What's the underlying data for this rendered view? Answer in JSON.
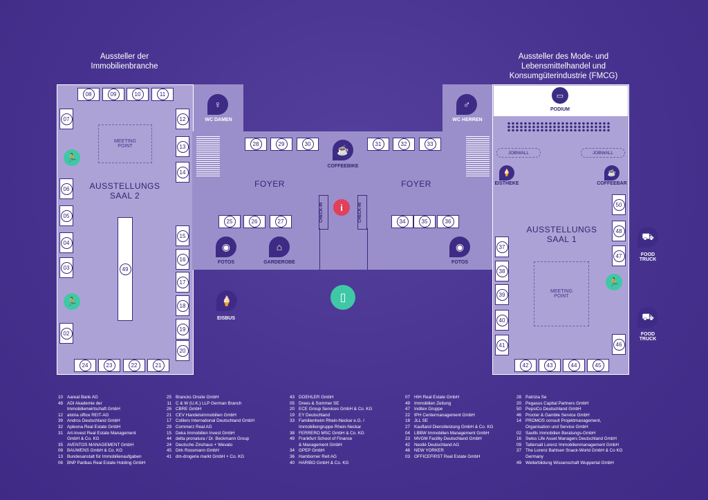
{
  "headings": {
    "left": "Aussteller der\nImmobilienbranche",
    "right": "Aussteller des Mode- und\nLebensmittelhandel und\nKonsumgüterindustrie (FMCG)"
  },
  "halls": {
    "saal2": "AUSSTELLUNGS\nSAAL 2",
    "saal1": "AUSSTELLUNGS\nSAAL 1",
    "foyer_left": "FOYER",
    "foyer_right": "FOYER"
  },
  "facilities": {
    "wc_damen": "WC DAMEN",
    "wc_herren": "WC HERREN",
    "coffeebike": "COFFEEBIKE",
    "podium": "PODIUM",
    "eistheke": "EISTHEKE",
    "coffeebar": "COFFEEBAR",
    "fotos_left": "FOTOS",
    "garderobe": "GARDEROBE",
    "fotos_right": "FOTOS",
    "eisbus": "EISBUS",
    "food_truck_1": "FOOD\nTRUCK",
    "food_truck_2": "FOOD\nTRUCK",
    "meeting_left": "MEETING\nPOINT",
    "meeting_right": "MEETING\nPOINT",
    "jobwall_left": "JOBWALL",
    "jobwall_right": "JOBWALL",
    "checkin_left": "CHECK-IN",
    "checkin_right": "CHECK-IN"
  },
  "icons": {
    "wc_damen": "woman-wc-icon",
    "wc_herren": "man-wc-icon",
    "coffee": "coffee-cup-icon",
    "info": "info-icon",
    "camera": "camera-icon",
    "hanger": "hanger-icon",
    "ice_cream": "ice-cream-icon",
    "exit": "exit-door-icon",
    "emergency": "emergency-exit-icon",
    "truck": "food-truck-icon",
    "podium": "podium-icon"
  },
  "colors": {
    "background": "#4a3596",
    "hall": "#ada2d6",
    "accent_green": "#3fc8a6",
    "info_red": "#e0405a"
  },
  "booths": {
    "top_left": [
      "08",
      "09",
      "10",
      "11"
    ],
    "left_column": [
      "07",
      "06",
      "05",
      "04",
      "03",
      "02"
    ],
    "right_inner_column": [
      "12",
      "13",
      "14",
      "15",
      "16",
      "17",
      "18",
      "19",
      "20"
    ],
    "bottom_left": [
      "24",
      "23",
      "22",
      "21"
    ],
    "center_block": "49",
    "foyer_top_left": [
      "28",
      "29",
      "30"
    ],
    "foyer_top_right": [
      "31",
      "32",
      "33"
    ],
    "foyer_bottom_left": [
      "25",
      "26",
      "27"
    ],
    "foyer_bottom_right": [
      "34",
      "35",
      "36"
    ],
    "saal1_left_column": [
      "37",
      "38",
      "39",
      "40",
      "41"
    ],
    "saal1_bottom": [
      "42",
      "43",
      "44",
      "45"
    ],
    "saal1_right_column": [
      "50",
      "48",
      "47",
      "46"
    ]
  },
  "legend": {
    "col1": [
      {
        "n": "10",
        "t": "Aareal Bank AG"
      },
      {
        "n": "49",
        "t": "ADI Akademie der\nImmobilienwirtschaft GmbH"
      },
      {
        "n": "12",
        "t": "alstria office REIT-AG"
      },
      {
        "n": "39",
        "t": "Andros Deutschland GmbH"
      },
      {
        "n": "32",
        "t": "Apleona Real Estate GmbH"
      },
      {
        "n": "31",
        "t": "Art-Invest Real Estate Management\nGmbH & Co. KG"
      },
      {
        "n": "35",
        "t": "AVENTOS MANAGEMENT GmbH"
      },
      {
        "n": "08",
        "t": "BAUWENS GmbH & Co. KG"
      },
      {
        "n": "13",
        "t": "Bundesanstalt für Immobilienaufgaben"
      },
      {
        "n": "06",
        "t": "BNP Paribas Real Estate Holding GmbH"
      }
    ],
    "col2": [
      {
        "n": "25",
        "t": "Brancks Onsite GmbH"
      },
      {
        "n": "11",
        "t": "C & W (U.K.) LLP German Branch"
      },
      {
        "n": "26",
        "t": "CBRE GmbH"
      },
      {
        "n": "21",
        "t": "CEV Handelsimmobilien GmbH"
      },
      {
        "n": "17",
        "t": "Colliers International Deutschland GmbH"
      },
      {
        "n": "29",
        "t": "Commerz Real AG"
      },
      {
        "n": "15",
        "t": "Deka Immobilien Invest GmbH"
      },
      {
        "n": "44",
        "t": "delta pronatura / Dr. Beckmann Group"
      },
      {
        "n": "24",
        "t": "Deutsche Zinshaus + Wevato"
      },
      {
        "n": "45",
        "t": "Dirk Rossmann GmbH"
      },
      {
        "n": "41",
        "t": "dm-drogerie markt GmbH + Co. KG"
      }
    ],
    "col3": [
      {
        "n": "43",
        "t": "DOEHLER GmbH"
      },
      {
        "n": "05",
        "t": "Drees & Sommer SE"
      },
      {
        "n": "20",
        "t": "ECE Group Services GmbH & Co. KG"
      },
      {
        "n": "19",
        "t": "EY Deutschland"
      },
      {
        "n": "33",
        "t": "Familienheim Rhein-Neckar e.G. /\nImmobiliengruppe Rhein-Neckar"
      },
      {
        "n": "38",
        "t": "FERRERO MSC GmbH & Co. KG"
      },
      {
        "n": "49",
        "t": "Frankfurt School of Finance\n& Management GmbH"
      },
      {
        "n": "34",
        "t": "GPEP GmbH"
      },
      {
        "n": "36",
        "t": "Hamborner Reit AG"
      },
      {
        "n": "40",
        "t": "HARIBO GmbH & Co. KG"
      }
    ],
    "col4": [
      {
        "n": "07",
        "t": "HIH Real Estate GmbH"
      },
      {
        "n": "49",
        "t": "Immobilien Zeitung"
      },
      {
        "n": "47",
        "t": "Inditex Gruppe"
      },
      {
        "n": "22",
        "t": "IPH Centermanagement GmbH"
      },
      {
        "n": "18",
        "t": "JLL SE"
      },
      {
        "n": "27",
        "t": "Kaufland Dienstleistung GmbH & Co. KG"
      },
      {
        "n": "04",
        "t": "LBBW Immobilien Management GmbH"
      },
      {
        "n": "23",
        "t": "MVGM Facility Deutschland GmbH"
      },
      {
        "n": "42",
        "t": "Nestlé Deutschland AG"
      },
      {
        "n": "48",
        "t": "NEW YORKER"
      },
      {
        "n": "03",
        "t": "OFFICEFIRST Real Estate GmbH"
      }
    ],
    "col5": [
      {
        "n": "28",
        "t": "Patrizia Se"
      },
      {
        "n": "20",
        "t": "Pegasus Capital Partners GmbH"
      },
      {
        "n": "50",
        "t": "PepsiCo Deutschland GmbH"
      },
      {
        "n": "46",
        "t": "Procter & Gamble Service GmbH"
      },
      {
        "n": "14",
        "t": "PROMOS consult Projektmanagement,\nOrganisation und Service GmbH"
      },
      {
        "n": "02",
        "t": "Savills Immobilien Beratungs-GmbH"
      },
      {
        "n": "16",
        "t": "Swiss Life Asset Managers Deutschland GmbH"
      },
      {
        "n": "09",
        "t": "Tattersall Lorenz Immobilienmanagement GmbH"
      },
      {
        "n": "37",
        "t": "The Lorenz Bahlsen Snack-World GmbH & Co KG\nGermany"
      },
      {
        "n": "49",
        "t": "Weiterbildung Wissenschaft Wuppertal GmbH"
      }
    ]
  }
}
